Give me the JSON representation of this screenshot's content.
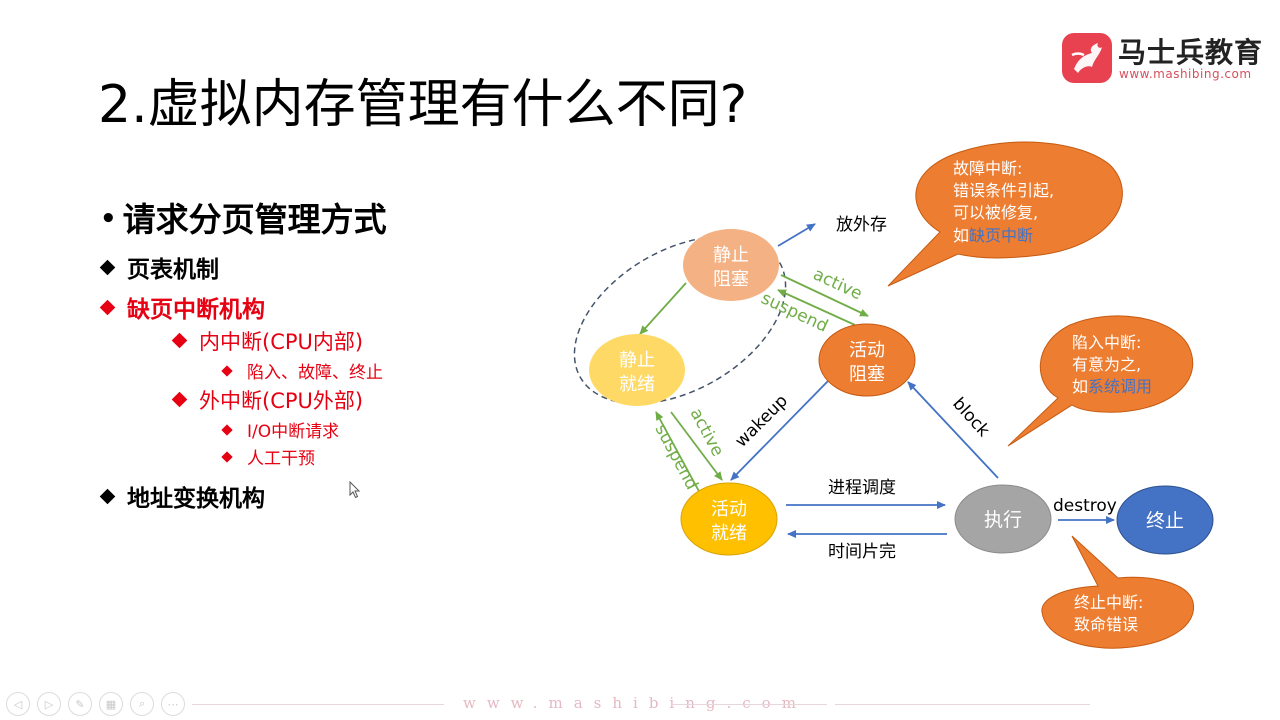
{
  "slide": {
    "title": "2.虚拟内存管理有什么不同?",
    "logo": {
      "name": "马士兵教育",
      "url": "www.mashibing.com",
      "icon": "mashibing-logo-icon",
      "brand_color": "#e8414f"
    }
  },
  "outline": {
    "heading": "请求分页管理方式",
    "items": [
      {
        "label": "页表机制",
        "level": 1,
        "color": "#000000"
      },
      {
        "label": "缺页中断机构",
        "level": 1,
        "color": "#e60012"
      },
      {
        "label": "内中断(CPU内部)",
        "level": 2,
        "color": "#e60012"
      },
      {
        "label": "陷入、故障、终止",
        "level": 3,
        "color": "#e60012"
      },
      {
        "label": "外中断(CPU外部)",
        "level": 2,
        "color": "#e60012"
      },
      {
        "label": "I/O中断请求",
        "level": 3,
        "color": "#e60012"
      },
      {
        "label": "人工干预",
        "level": 3,
        "color": "#e60012"
      },
      {
        "label": "地址变换机构",
        "level": 1,
        "color": "#000000"
      }
    ]
  },
  "diagram": {
    "nodes": {
      "static_blocked": {
        "line1": "静止",
        "line2": "阻塞",
        "color": "#f4b183"
      },
      "static_ready": {
        "line1": "静止",
        "line2": "就绪",
        "color": "#ffd966"
      },
      "active_blocked": {
        "line1": "活动",
        "line2": "阻塞",
        "color": "#ed7d31"
      },
      "active_ready": {
        "line1": "活动",
        "line2": "就绪",
        "color": "#ffc000"
      },
      "running": {
        "label": "执行",
        "color": "#a5a5a5"
      },
      "terminated": {
        "label": "终止",
        "color": "#4472c4"
      }
    },
    "edges": {
      "swap_out": "放外存",
      "active_top": "active",
      "suspend_top": "suspend",
      "active_left": "active",
      "suspend_left": "suspend",
      "wakeup": "wakeup",
      "block": "block",
      "schedule": "进程调度",
      "timeslice": "时间片完",
      "destroy": "destroy"
    },
    "callouts": {
      "fault": {
        "lines": [
          "故障中断:",
          "错误条件引起,",
          "可以被修复,"
        ],
        "prefix": "如",
        "highlight": "缺页中断"
      },
      "trap": {
        "lines": [
          "陷入中断:",
          "有意为之,"
        ],
        "prefix": "如",
        "highlight": "系统调用"
      },
      "abort": {
        "lines": [
          "终止中断:",
          "致命错误"
        ]
      }
    },
    "colors": {
      "callout": "#ed7d31",
      "highlight_text": "#4472c4",
      "blue_arrow": "#4472c4",
      "green_arrow": "#70ad47"
    }
  },
  "footer": {
    "url": "www.mashibing.com",
    "controls": [
      {
        "name": "prev-slide-icon",
        "glyph": "◁"
      },
      {
        "name": "next-slide-icon",
        "glyph": "▷"
      },
      {
        "name": "pen-icon",
        "glyph": "✎"
      },
      {
        "name": "slides-grid-icon",
        "glyph": "▦"
      },
      {
        "name": "zoom-icon",
        "glyph": "⌕"
      },
      {
        "name": "more-options-icon",
        "glyph": "⋯"
      }
    ]
  }
}
